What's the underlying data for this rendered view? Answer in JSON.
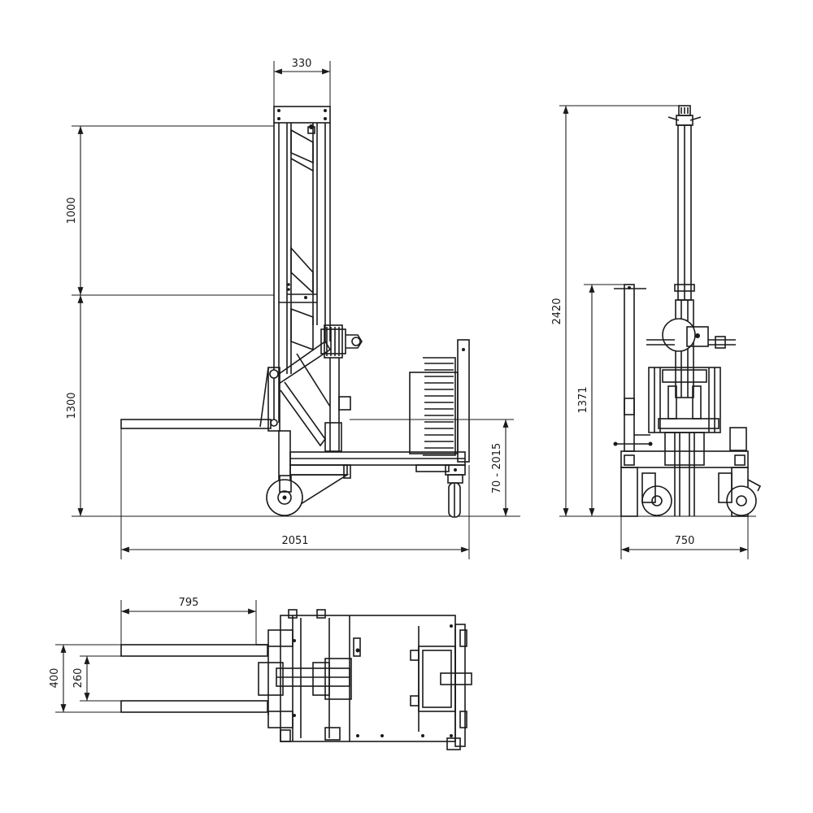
{
  "dimensions": {
    "mast_width": "330",
    "mast_upper_height": "1000",
    "mast_lower_height": "1300",
    "fork_height_range": "70 - 2015",
    "overall_length": "2051",
    "overall_height": "2420",
    "handle_height": "1371",
    "overall_width": "750",
    "fork_length": "795",
    "fork_outer_spread": "400",
    "fork_inner_spread": "260"
  },
  "colors": {
    "line": "#1a1a1a",
    "background": "#ffffff"
  }
}
